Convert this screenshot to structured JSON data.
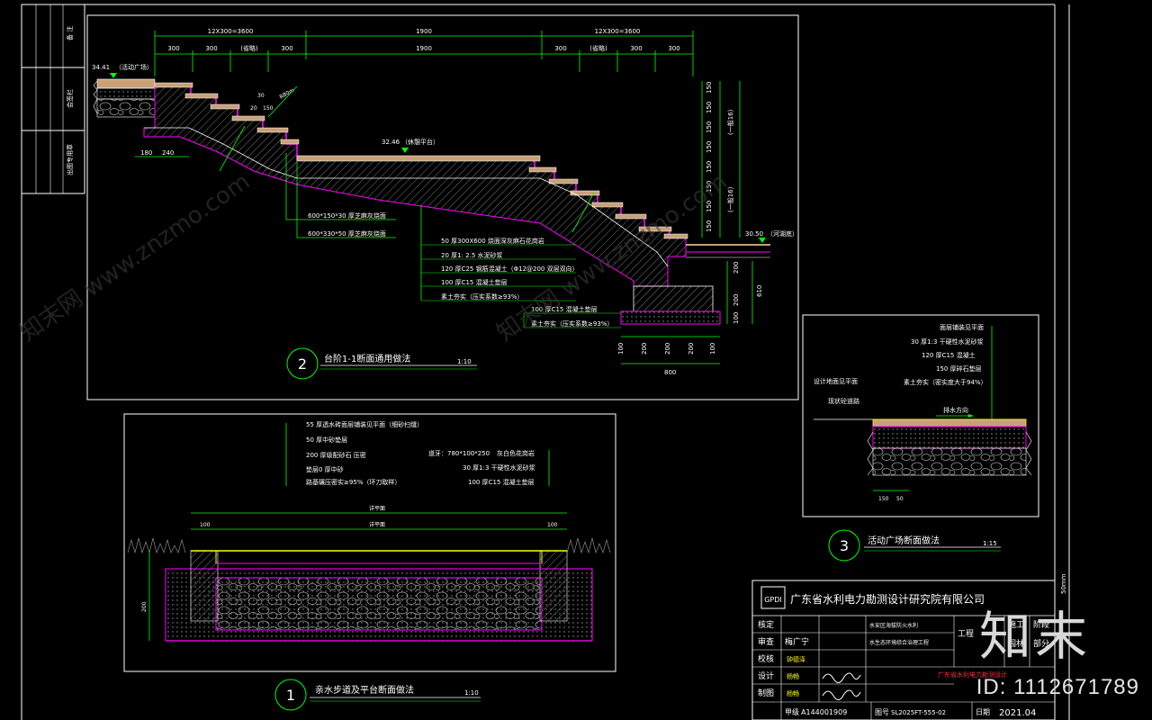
{
  "sidebar": {
    "labels": [
      "备 注",
      "会签栏",
      "出图专用章"
    ]
  },
  "top_section": {
    "title_number": "2",
    "title": "台阶1-1断面通用做法",
    "scale": "1:10",
    "dims_top": [
      "12X300=3600",
      "1900",
      "12X300=3600"
    ],
    "dims_second": [
      "300",
      "300",
      "(省略)",
      "300",
      "1900",
      "300",
      "(省略)",
      "300",
      "300"
    ],
    "elev_left": "34.41",
    "elev_left_note": "（活动广场）",
    "elev_mid": "32.46",
    "elev_mid_note": "（休憩平台）",
    "elev_right": "30.50",
    "elev_right_note": "（河湖底）",
    "small_dims": [
      "30",
      "20",
      "150",
      "R80m"
    ],
    "left_dims": [
      "180",
      "240"
    ],
    "right_dims": [
      "150",
      "150",
      "150",
      "150",
      "150",
      "150",
      "150",
      "150"
    ],
    "right_notes": [
      "(一般16)",
      "(一般16)"
    ],
    "finish_notes": [
      "600*150*30  厚芝麻灰烧面",
      "600*330*50  厚芝麻灰烧面"
    ],
    "layers": [
      "50  厚300X600  烧面深灰麻石花岗岩",
      "20  厚1: 2.5  水泥砂浆",
      "120  厚C25  钢筋混凝土（Φ12@200  双层双向）",
      "100  厚C15  混凝土垫层",
      "素土夯实（压实系数≥93%）"
    ],
    "footing_layers": [
      "100  厚C15  混凝土垫层",
      "素土夯实（压实系数≥93%）"
    ],
    "footing_dims": [
      "100",
      "200",
      "200",
      "200",
      "100"
    ],
    "footing_total": "800",
    "footing_right": [
      "200",
      "200",
      "100",
      "610"
    ]
  },
  "bottom_left": {
    "title_number": "1",
    "title": "亲水步道及平台断面做法",
    "scale": "1:10",
    "layers_left": [
      "55  厚透水砖面层铺装见平面（细砂扫缝）",
      "50  厚中砂垫层",
      "200  厚级配砂石  压密",
      "垫层0  厚中砂",
      "路基碾压密实≥95%（环刀取样）"
    ],
    "layers_right": [
      "道牙：780*100*250",
      "30  厚1:3  干硬性水泥砂浆",
      "100  厚C15  混凝土垫层"
    ],
    "right_top": "灰白色花岗岩",
    "dims": [
      "100",
      "详平面",
      "100",
      "200"
    ],
    "total_width": "详平面"
  },
  "right_section": {
    "title_number": "3",
    "title": "活动广场断面做法",
    "scale": "1:15",
    "layers": [
      "面层铺装见平面",
      "30  厚1:3  干硬性水泥砂浆",
      "120  厚C15  混凝土",
      "150  厚碎石垫层",
      "素土夯实（密实度大于94%）"
    ],
    "left_note": "设计地面见平面",
    "left_note2": "现状砼道路",
    "right_note": "排水方向",
    "dims": [
      "150",
      "50"
    ]
  },
  "title_block": {
    "company": "广东省水利电力勘测设计研究院有限公司",
    "company_short": "GPDI",
    "rows": [
      {
        "label": "核定",
        "name": ""
      },
      {
        "label": "审查",
        "name": "梅广宁"
      },
      {
        "label": "校核",
        "name": "钟德泽"
      },
      {
        "label": "设计",
        "name": "杨畅"
      },
      {
        "label": "制图",
        "name": "杨畅"
      }
    ],
    "signature": "[signature]",
    "project_lines": [
      "水安区海拔防火水利",
      "水生态环境综合治理工程"
    ],
    "project_label": "工程",
    "stage": [
      "施工",
      "阶段"
    ],
    "discipline": [
      "园林",
      "部分"
    ],
    "red_note": "广东省水利电力勘测设计",
    "cert_label": "甲级",
    "cert_no": "A144001909",
    "drawing_no_label": "图号",
    "drawing_no": "SL2025FT-555-02",
    "date_label": "日期",
    "date": "2021.04",
    "sheet_size": "50mm"
  },
  "watermark": {
    "text": "知末网 www.znzmo.com",
    "logo": "知末",
    "id_label": "ID: 1112671789"
  },
  "colors": {
    "bg": "#000000",
    "line": "#ffffff",
    "dim": "#00ff00",
    "hatch": "#ff00ff",
    "fill": "#c8a078",
    "gray": "#8c8c8c",
    "yellow": "#ffff00",
    "red": "#ff3030"
  }
}
